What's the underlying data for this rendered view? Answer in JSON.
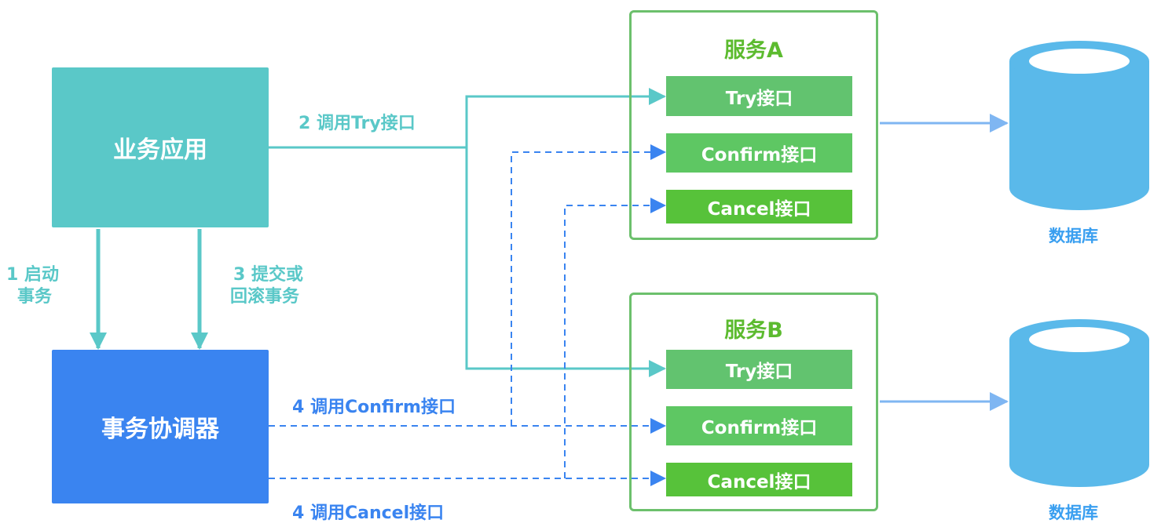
{
  "app": {
    "label": "业务应用"
  },
  "coordinator": {
    "label": "事务协调器"
  },
  "services": [
    {
      "title": "服务A",
      "interfaces": [
        "Try接口",
        "Confirm接口",
        "Cancel接口"
      ]
    },
    {
      "title": "服务B",
      "interfaces": [
        "Try接口",
        "Confirm接口",
        "Cancel接口"
      ]
    }
  ],
  "edges": {
    "start": [
      "1 启动",
      "事务"
    ],
    "commit": [
      "3 提交或",
      "回滚事务"
    ],
    "try": "2 调用Try接口",
    "confirm": "4 调用Confirm接口",
    "cancel": "4 调用Cancel接口"
  },
  "databases": [
    "数据库",
    "数据库"
  ],
  "colors": {
    "teal": "#5ac8c8",
    "blue": "#3a84f0",
    "green": "#6cc06c",
    "db": "#5ab9ea"
  }
}
